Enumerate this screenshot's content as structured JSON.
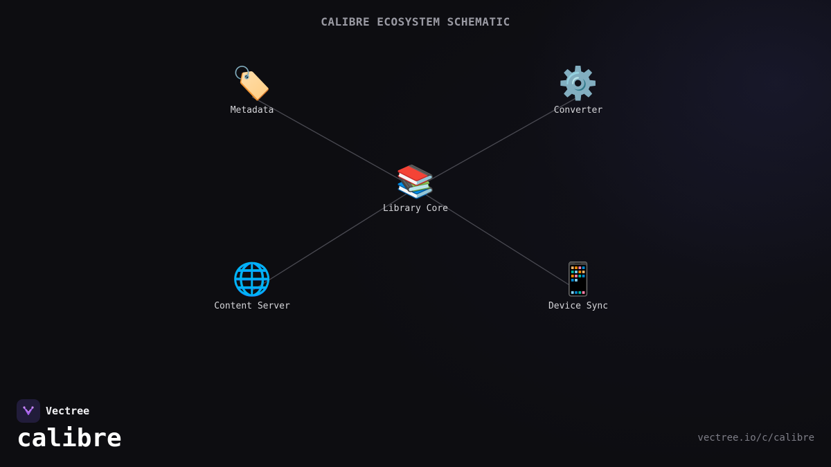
{
  "title": "CALIBRE ECOSYSTEM SCHEMATIC",
  "nodes": [
    {
      "id": "core",
      "icon": "books-icon",
      "glyph": "📚",
      "label": "Library Core"
    },
    {
      "id": "metadata",
      "icon": "tag-icon",
      "glyph": "🏷️",
      "label": "Metadata"
    },
    {
      "id": "converter",
      "icon": "gear-icon",
      "glyph": "⚙️",
      "label": "Converter"
    },
    {
      "id": "server",
      "icon": "globe-icon",
      "glyph": "🌐",
      "label": "Content Server"
    },
    {
      "id": "device",
      "icon": "mobile-phone-icon",
      "glyph": "📱",
      "label": "Device Sync"
    }
  ],
  "edges": [
    {
      "from": "core",
      "to": "metadata"
    },
    {
      "from": "core",
      "to": "converter"
    },
    {
      "from": "core",
      "to": "server"
    },
    {
      "from": "core",
      "to": "device"
    }
  ],
  "footer": {
    "brand_name": "Vectree",
    "product": "calibre",
    "url": "vectree.io/c/calibre"
  },
  "colors": {
    "background": "#0d0d11",
    "edge": "#4a4a52",
    "logo_bg": "#211c3a",
    "logo_mark": "#a55ef0"
  }
}
